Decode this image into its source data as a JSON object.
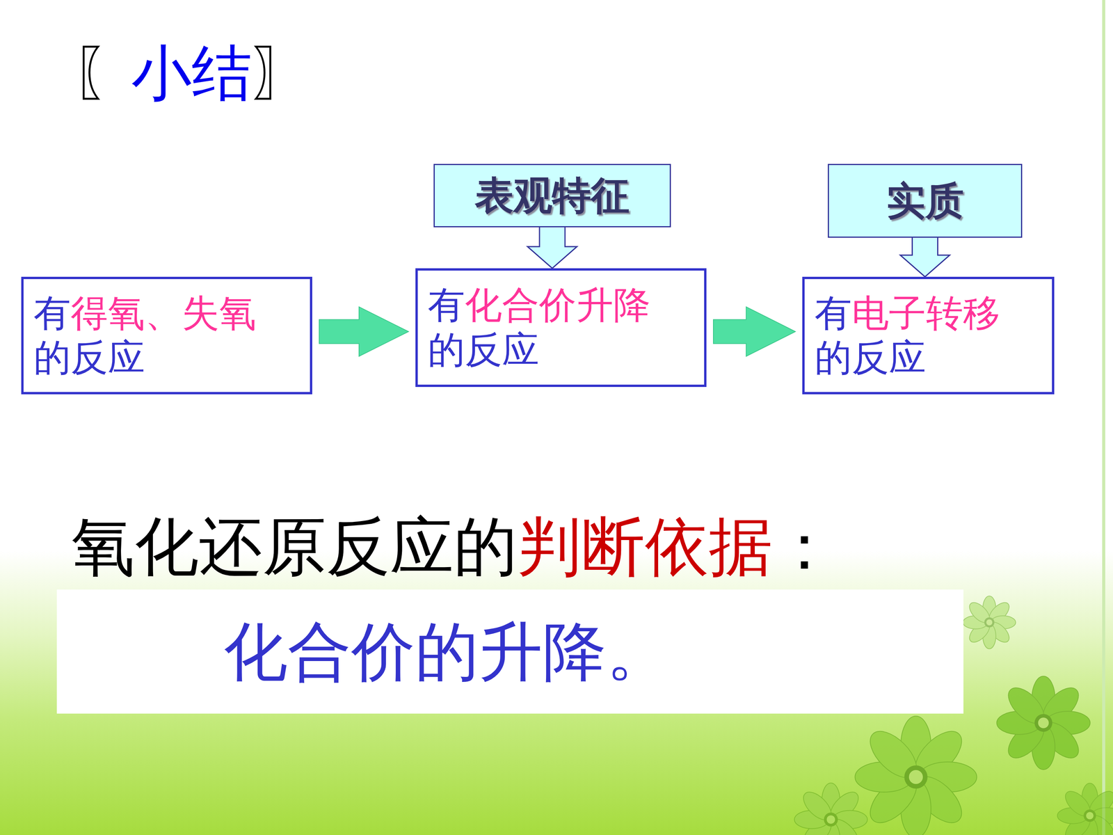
{
  "diagram": {
    "title": "〖小结〗",
    "nodes": [
      {
        "text": [
          "表观特征"
        ]
      },
      {
        "text": [
          "实质"
        ]
      },
      {
        "text": [
          "有得氧、失氧 的反应"
        ]
      },
      {
        "text": [
          "有化合价升降 的反应"
        ]
      },
      {
        "text": [
          "有电子转移 的反应"
        ]
      },
      {
        "text": [
          "氧化还原反应的判断依据：",
          "化合价的升降。"
        ]
      }
    ],
    "edges": [
      {
        "from": 2,
        "to": 3,
        "arrow": "to"
      },
      {
        "from": 3,
        "to": 4,
        "arrow": "to"
      },
      {
        "from": 0,
        "to": 3,
        "arrow": "to"
      },
      {
        "from": 1,
        "to": 4,
        "arrow": "to"
      }
    ]
  }
}
